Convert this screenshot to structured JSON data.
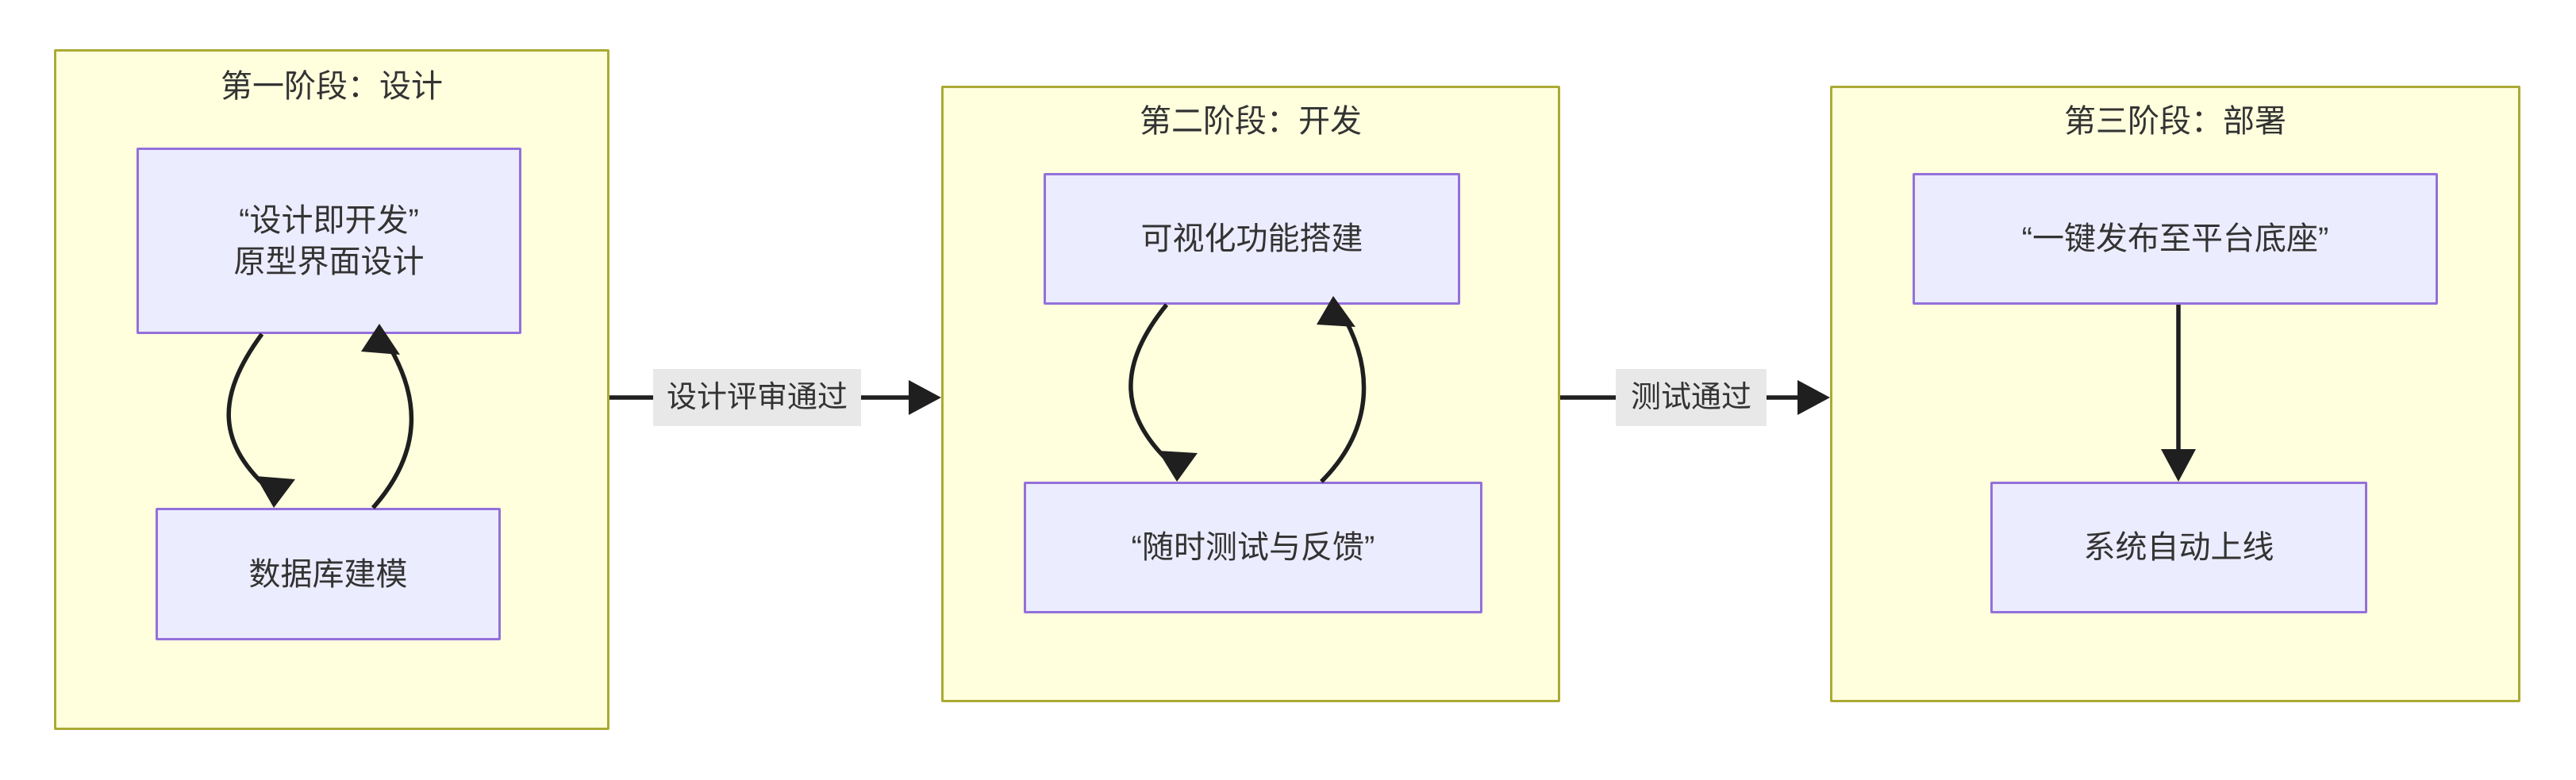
{
  "diagram": {
    "type": "flowchart",
    "direction": "left-to-right",
    "title": "",
    "colors": {
      "cluster_fill": "#ffffde",
      "cluster_border": "#aaaa33",
      "node_fill": "#ececff",
      "node_border": "#9370db",
      "edge_stroke": "#1f1f1f",
      "edge_label_bg": "#e8e8e8",
      "text": "#333333",
      "canvas": "#ffffff"
    },
    "clusters": [
      {
        "id": "phase-1",
        "title": "第一阶段：设计",
        "nodes": [
          {
            "id": "design-as-dev",
            "lines": [
              "“设计即开发”",
              "原型界面设计"
            ]
          },
          {
            "id": "db-modeling",
            "lines": [
              "数据库建模"
            ]
          }
        ],
        "internal_edges": [
          {
            "from": "design-as-dev",
            "to": "db-modeling",
            "label": "",
            "style": "curved"
          },
          {
            "from": "db-modeling",
            "to": "design-as-dev",
            "label": "",
            "style": "curved"
          }
        ]
      },
      {
        "id": "phase-2",
        "title": "第二阶段：开发",
        "nodes": [
          {
            "id": "visual-build",
            "lines": [
              "可视化功能搭建"
            ]
          },
          {
            "id": "test-feedback",
            "lines": [
              "“随时测试与反馈”"
            ]
          }
        ],
        "internal_edges": [
          {
            "from": "visual-build",
            "to": "test-feedback",
            "label": "",
            "style": "curved"
          },
          {
            "from": "test-feedback",
            "to": "visual-build",
            "label": "",
            "style": "curved"
          }
        ]
      },
      {
        "id": "phase-3",
        "title": "第三阶段：部署",
        "nodes": [
          {
            "id": "one-click-publish",
            "lines": [
              "“一键发布至平台底座”"
            ]
          },
          {
            "id": "auto-online",
            "lines": [
              "系统自动上线"
            ]
          }
        ],
        "internal_edges": [
          {
            "from": "one-click-publish",
            "to": "auto-online",
            "label": "",
            "style": "straight"
          }
        ]
      }
    ],
    "cluster_edges": [
      {
        "id": "edge-phase1-phase2",
        "from": "phase-1",
        "to": "phase-2",
        "label": "设计评审通过"
      },
      {
        "id": "edge-phase2-phase3",
        "from": "phase-2",
        "to": "phase-3",
        "label": "测试通过"
      }
    ]
  }
}
